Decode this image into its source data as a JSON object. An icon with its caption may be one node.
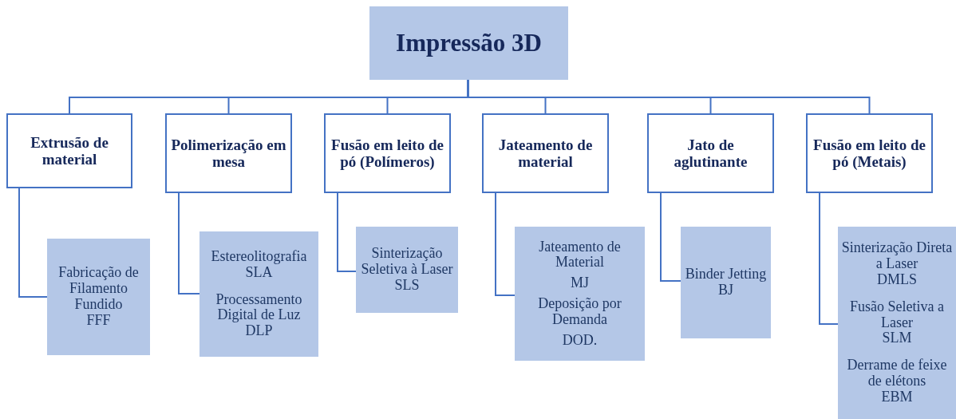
{
  "diagram": {
    "nodes": [
      {
        "text": [
          "Impressão 3D"
        ]
      },
      {
        "text": [
          "Extrusão de material"
        ]
      },
      {
        "text": [
          "Polimerização em mesa"
        ]
      },
      {
        "text": [
          "Fusão em leito de pó (Polímeros)"
        ]
      },
      {
        "text": [
          "Jateamento de material"
        ]
      },
      {
        "text": [
          "Jato de aglutinante"
        ]
      },
      {
        "text": [
          "Fusão em leito de pó (Metais)"
        ]
      },
      {
        "text": [
          "Fabricação de Filamento Fundido",
          "FFF"
        ]
      },
      {
        "text": [
          "Estereolitografia",
          "SLA",
          "Processamento Digital de Luz",
          "DLP"
        ]
      },
      {
        "text": [
          "Sinterização Seletiva à Laser",
          "SLS"
        ]
      },
      {
        "text": [
          "Jateamento de Material",
          "MJ",
          "Deposição por Demanda",
          "DOD."
        ]
      },
      {
        "text": [
          "Binder Jetting",
          "BJ"
        ]
      },
      {
        "text": [
          "Sinterização Direta a Laser",
          "DMLS",
          "Fusão Seletiva a Laser",
          "SLM",
          "Derrame de feixe de elétons",
          "EBM"
        ]
      }
    ],
    "edges": [
      {
        "from": 0,
        "to": 1,
        "arrow": "none"
      },
      {
        "from": 0,
        "to": 2,
        "arrow": "none"
      },
      {
        "from": 0,
        "to": 3,
        "arrow": "none"
      },
      {
        "from": 0,
        "to": 4,
        "arrow": "none"
      },
      {
        "from": 0,
        "to": 5,
        "arrow": "none"
      },
      {
        "from": 0,
        "to": 6,
        "arrow": "none"
      },
      {
        "from": 1,
        "to": 7,
        "arrow": "none"
      },
      {
        "from": 2,
        "to": 8,
        "arrow": "none"
      },
      {
        "from": 3,
        "to": 9,
        "arrow": "none"
      },
      {
        "from": 4,
        "to": 10,
        "arrow": "none"
      },
      {
        "from": 5,
        "to": 11,
        "arrow": "none"
      },
      {
        "from": 6,
        "to": 12,
        "arrow": "none"
      }
    ]
  }
}
